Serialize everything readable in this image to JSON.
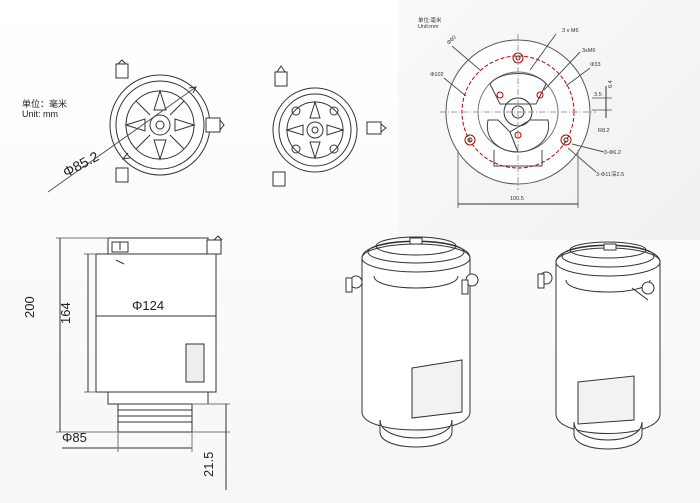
{
  "units": {
    "cn": "单位：毫米",
    "en": "Unit:  mm"
  },
  "dims_top_left": {
    "diameter": "Φ85.2"
  },
  "dims_side": {
    "height_total": "200",
    "height_body": "164",
    "body_diameter": "Φ124",
    "base_diameter": "Φ85",
    "base_height": "21.5"
  },
  "tech_drawing": {
    "unit_cn": "单位:毫米",
    "unit_en": "Unit:mm",
    "labels": {
      "m6_top": "3 x M6",
      "m6_mid": "3xM6",
      "d60": "Φ60",
      "d102": "Φ102",
      "d33": "Φ33",
      "dim35": "3.5",
      "dim64": "6.4",
      "r82": "R8.2",
      "d62": "3-Φ6.2",
      "d11": "3-Φ11深2.5",
      "width": "100.5"
    }
  },
  "colors": {
    "line": "#333333",
    "accent": "#b00000",
    "body_fill": "#ffffff"
  }
}
